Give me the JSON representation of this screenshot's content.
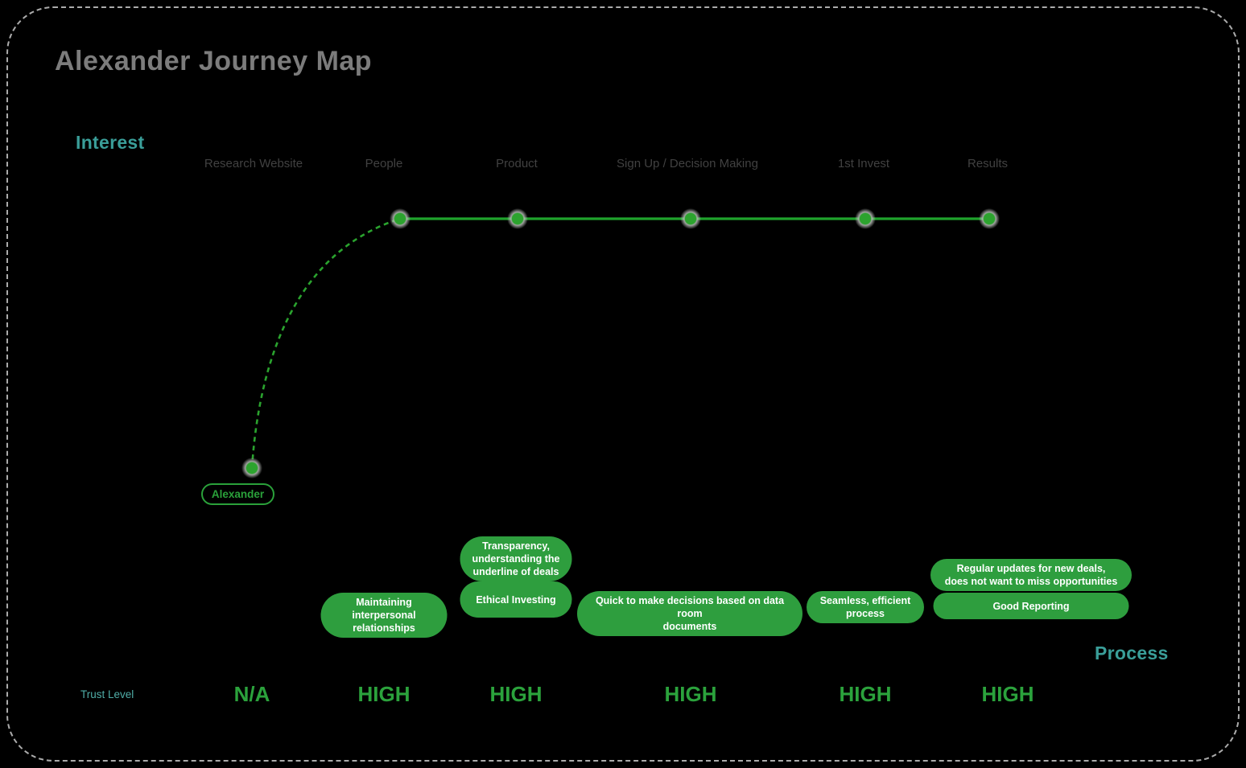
{
  "title": "Alexander Journey Map",
  "labels": {
    "interest": "Interest",
    "process": "Process",
    "trust_level": "Trust Level"
  },
  "persona": {
    "name": "Alexander"
  },
  "stages": [
    {
      "label": "Research Website",
      "interest_level": "low",
      "trust": "N/A"
    },
    {
      "label": "People",
      "interest_level": "high",
      "trust": "HIGH"
    },
    {
      "label": "Product",
      "interest_level": "high",
      "trust": "HIGH"
    },
    {
      "label": "Sign Up / Decision Making",
      "interest_level": "high",
      "trust": "HIGH"
    },
    {
      "label": "1st Invest",
      "interest_level": "high",
      "trust": "HIGH"
    },
    {
      "label": "Results",
      "interest_level": "high",
      "trust": "HIGH"
    }
  ],
  "notes": [
    {
      "stage": "People",
      "text": "Maintaining interpersonal\nrelationships"
    },
    {
      "stage": "Product",
      "text": "Transparency,\nunderstanding the\nunderline of deals"
    },
    {
      "stage": "Product",
      "text": "Ethical Investing"
    },
    {
      "stage": "Sign Up / Decision Making",
      "text": "Quick to make decisions based on data room\ndocuments"
    },
    {
      "stage": "1st Invest",
      "text": "Seamless, efficient\nprocess"
    },
    {
      "stage": "Results",
      "text": "Regular updates for new deals,\ndoes not want to miss opportunities"
    },
    {
      "stage": "Results",
      "text": "Good Reporting"
    }
  ],
  "colors": {
    "background": "#000000",
    "frame_dash": "#ABABAB",
    "title_gray": "#7C7C7C",
    "header_gray": "#414141",
    "teal": "#3A9E99",
    "note_green": "#2E9E3E",
    "note_text": "#FFFFFF",
    "line_green": "#1FA32C",
    "dot_green": "#2CA32E",
    "trust_green": "#2BA23C"
  }
}
